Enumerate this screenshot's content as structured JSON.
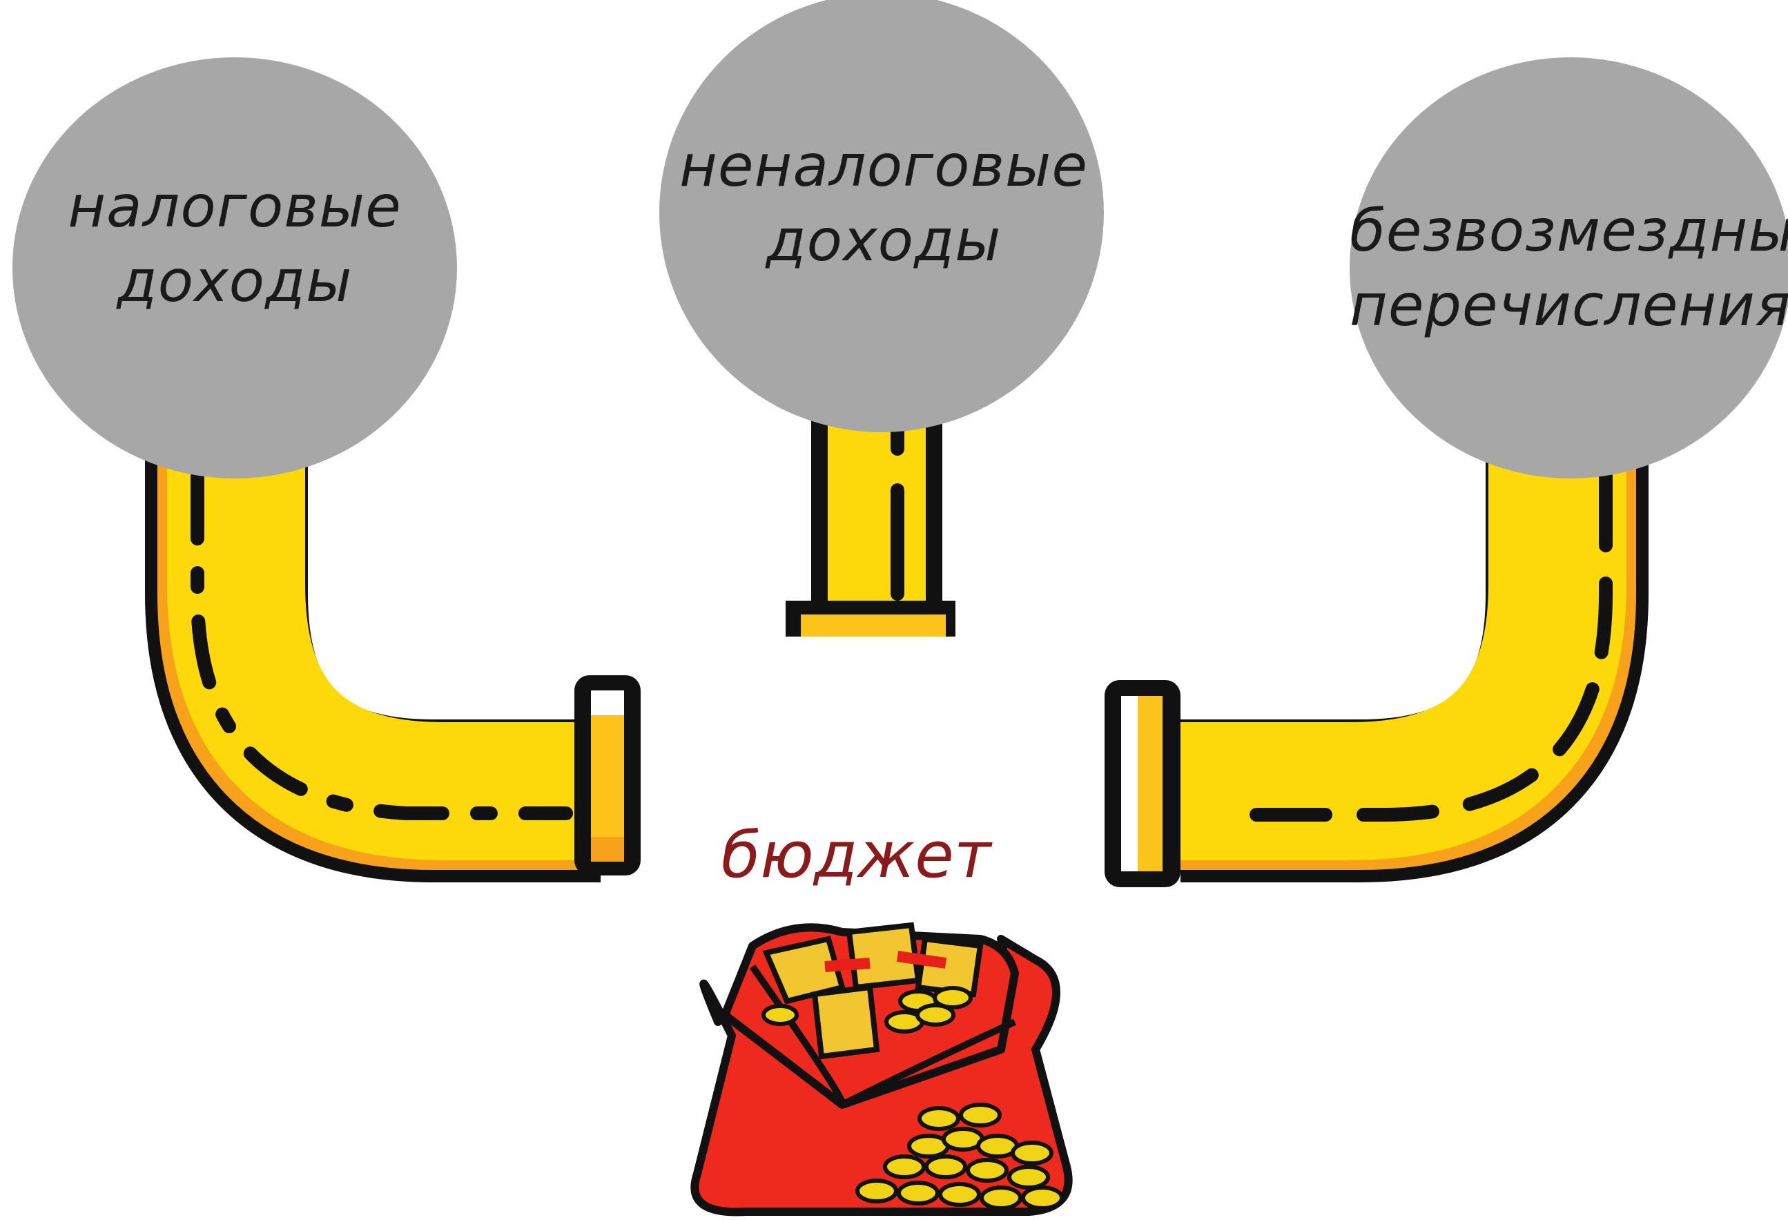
{
  "sources": [
    {
      "id": "tax",
      "line1": "налоговые",
      "line2": "доходы"
    },
    {
      "id": "nontax",
      "line1": "неналоговые",
      "line2": "доходы"
    },
    {
      "id": "transfers",
      "line1": "безвозмездные",
      "line2": "перечисления"
    }
  ],
  "target": {
    "label": "бюджет"
  },
  "colors": {
    "circle": "#a7a7a7",
    "pipe": "#fdd80a",
    "pipe_shadow": "#f8a21c",
    "outline": "#111111",
    "budget_text": "#8b1a1a",
    "bag": "#ee2a1e",
    "coin": "#f2d417"
  }
}
